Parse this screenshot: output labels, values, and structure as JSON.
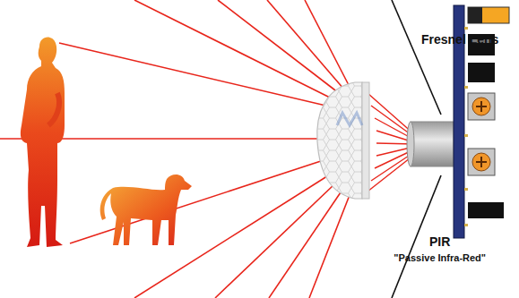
{
  "diagram": {
    "labels": [
      "Fresnel Lens",
      "PIR",
      "\"Passive Infra-Red\""
    ]
  }
}
